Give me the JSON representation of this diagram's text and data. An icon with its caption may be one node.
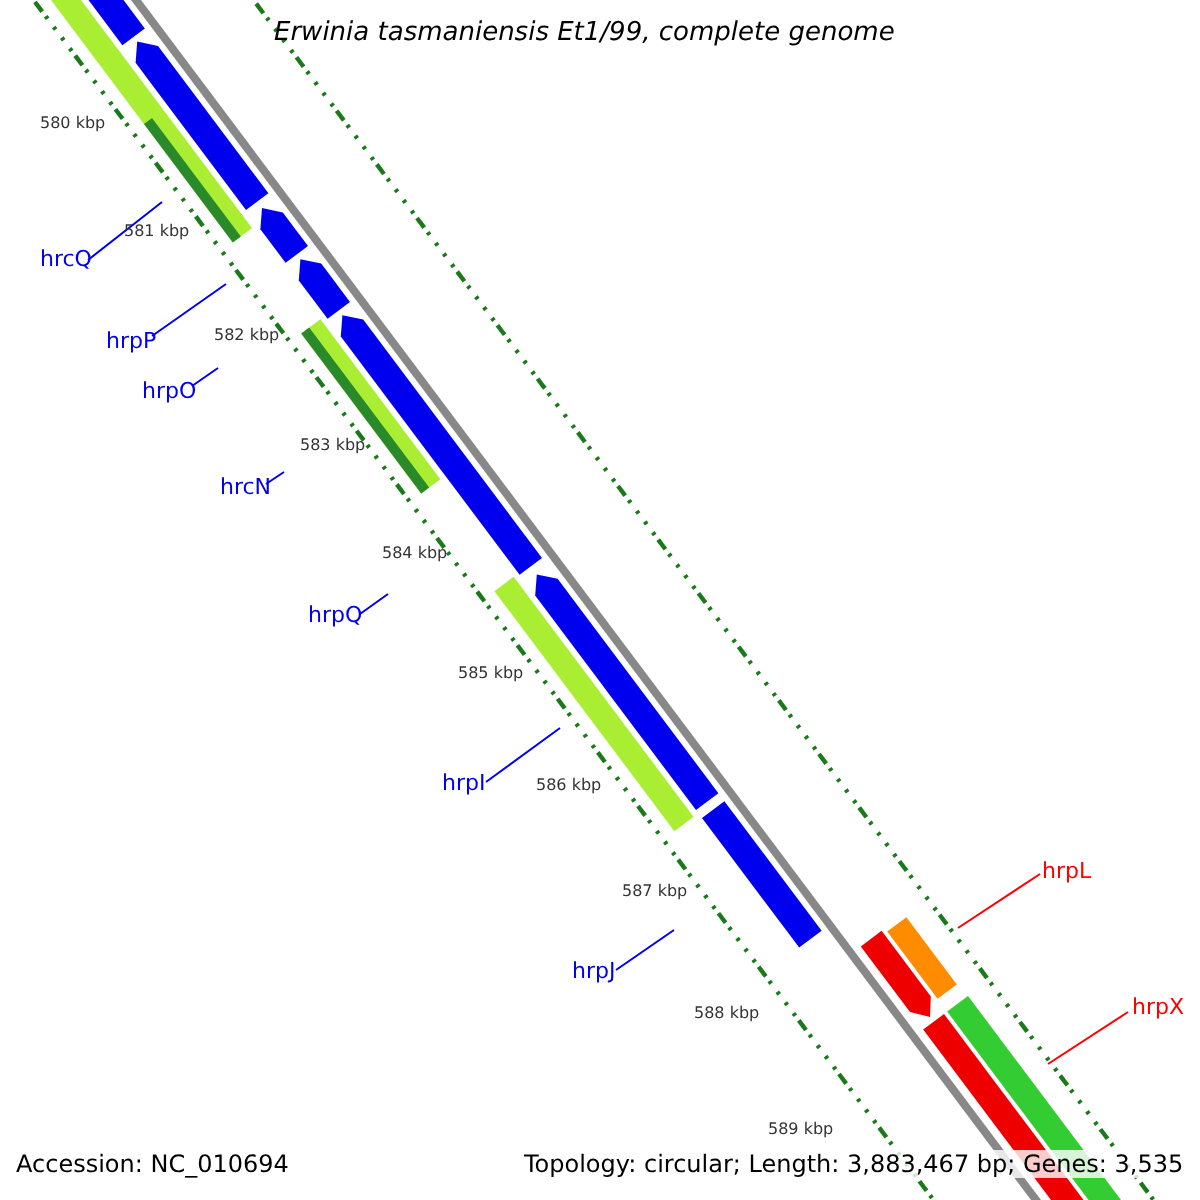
{
  "diagram": {
    "title": "Erwinia tasmaniensis Et1/99, complete genome",
    "nodes": [
      {
        "text": [
          "hrcQ"
        ]
      },
      {
        "text": [
          "hrpP"
        ]
      },
      {
        "text": [
          "hrpO"
        ]
      },
      {
        "text": [
          "hrcN"
        ]
      },
      {
        "text": [
          "hrpQ"
        ]
      },
      {
        "text": [
          "hrpI"
        ]
      },
      {
        "text": [
          "hrpJ"
        ]
      },
      {
        "text": [
          "hrpL"
        ]
      },
      {
        "text": [
          "hrpX"
        ]
      }
    ],
    "edges": [
      {
        "from": 0,
        "to": null,
        "arrow": "none"
      },
      {
        "from": 1,
        "to": null,
        "arrow": "none"
      },
      {
        "from": 2,
        "to": null,
        "arrow": "none"
      },
      {
        "from": 3,
        "to": null,
        "arrow": "none"
      },
      {
        "from": 4,
        "to": null,
        "arrow": "none"
      },
      {
        "from": 5,
        "to": null,
        "arrow": "none"
      },
      {
        "from": 6,
        "to": null,
        "arrow": "none"
      },
      {
        "from": 7,
        "to": null,
        "arrow": "none",
        "color": "#ff0000"
      },
      {
        "from": 8,
        "to": null,
        "arrow": "none",
        "color": "#ff0000"
      }
    ],
    "labels": [
      "580 kbp",
      "581 kbp",
      "582 kbp",
      "583 kbp",
      "584 kbp",
      "585 kbp",
      "586 kbp",
      "587 kbp",
      "588 kbp",
      "589 kbp",
      "Accession: NC_010694",
      "Topology: circular; Length: 3,883,467 bp; Genes: 3,535"
    ]
  }
}
